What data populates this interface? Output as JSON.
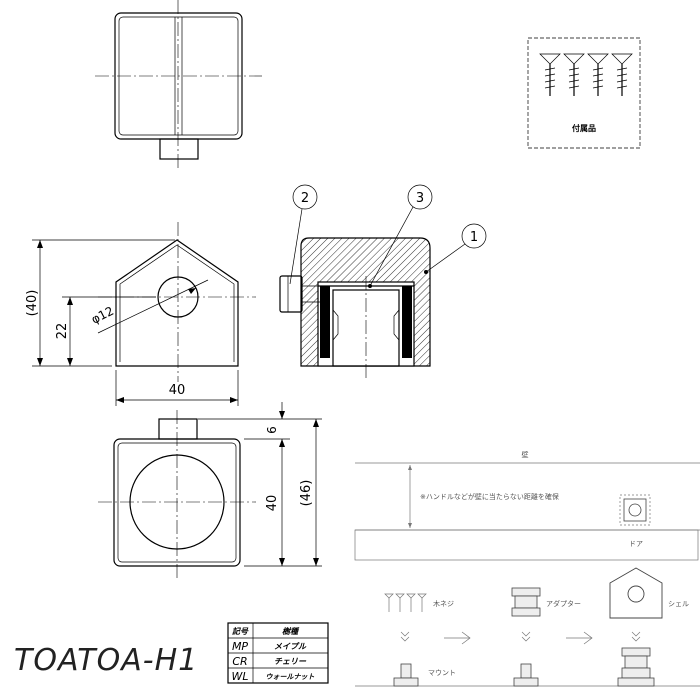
{
  "model_code": "TOATOA-H1",
  "accessory_label": "付属品",
  "parts": {
    "part_1": "1",
    "part_2": "2",
    "part_3": "3"
  },
  "dimensions": {
    "height_total": "(40)",
    "hole_height": "22",
    "hole_diameter": "φ12",
    "width": "40",
    "tab_depth": "6",
    "body_depth": "40",
    "depth_total": "(46)"
  },
  "finish_table": {
    "header": [
      "記号",
      "樹種"
    ],
    "rows": [
      [
        "MP",
        "メイプル"
      ],
      [
        "CR",
        "チェリー"
      ],
      [
        "WL",
        "ウォールナット"
      ]
    ]
  },
  "install": {
    "wall_label": "壁",
    "note": "※ハンドルなどが壁に当たらない距離を確保",
    "door_label": "ドア",
    "wood_screw": "木ネジ",
    "adapter": "アダプター",
    "shell": "シェル",
    "mount": "マウント"
  },
  "colors": {
    "line": "#000000",
    "hatch": "#000000",
    "faint": "#777777"
  }
}
